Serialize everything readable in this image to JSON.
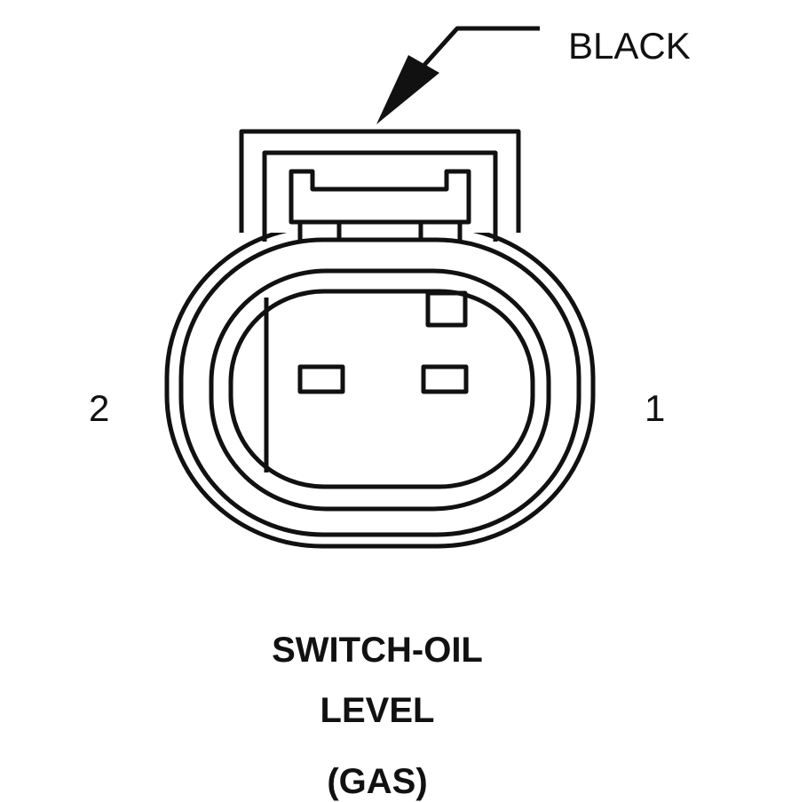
{
  "connector": {
    "color_label": "BLACK",
    "pin_left": "2",
    "pin_right": "1"
  },
  "caption": {
    "line1": "SWITCH-OIL",
    "line2": "LEVEL",
    "line3": "(GAS)"
  }
}
